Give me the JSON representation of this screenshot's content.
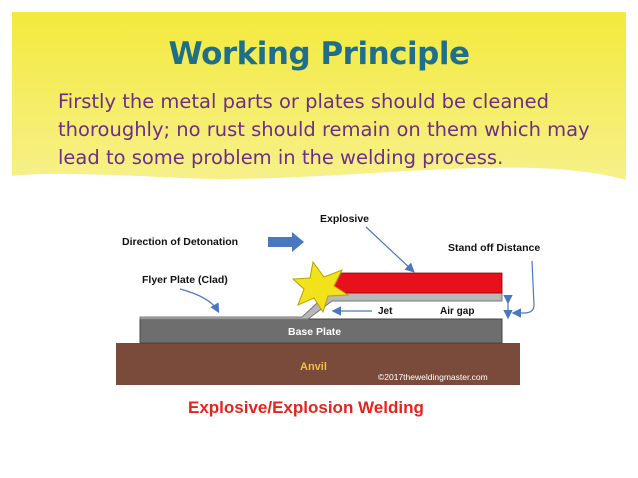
{
  "slide": {
    "title": "Working Principle",
    "body": "Firstly the metal parts or plates should be cleaned thoroughly; no rust should remain on them which may lead to some problem in the welding process.",
    "colors": {
      "band": "#f1e84a",
      "title": "#1f6f8b",
      "body": "#6b2f8a"
    }
  },
  "diagram": {
    "labels": {
      "explosive": "Explosive",
      "direction": "Direction of Detonation",
      "standoff": "Stand off Distance",
      "flyer": "Flyer Plate (Clad)",
      "jet": "Jet",
      "airgap": "Air gap",
      "base": "Base Plate",
      "anvil": "Anvil",
      "copyright": "©2017theweldingmaster.com"
    },
    "caption": "Explosive/Explosion Welding",
    "colors": {
      "explosive": "#e8101a",
      "flyer": "#b8b8b8",
      "base": "#6e6e6e",
      "anvil": "#7a4a3a",
      "star": "#f2e21b",
      "arrow": "#4a78c0",
      "caption": "#e8231a"
    }
  }
}
